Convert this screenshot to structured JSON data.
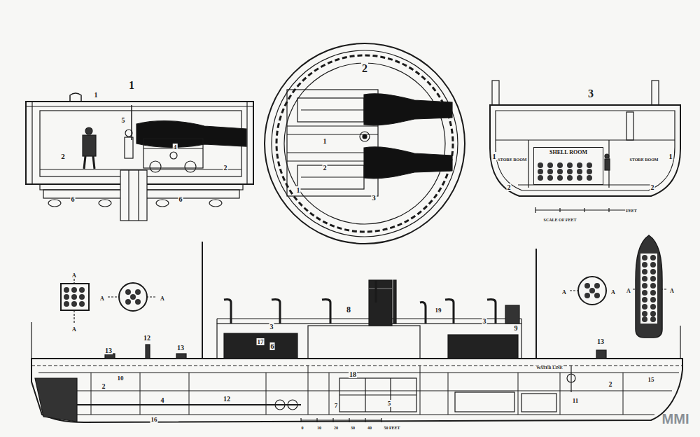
{
  "diagram": {
    "nodes": [
      {
        "text": [
          "SHELL ROOM"
        ]
      }
    ],
    "labels": [
      "1",
      "2",
      "3",
      "1",
      "5",
      "4",
      "2",
      "2",
      "6",
      "6",
      "1",
      "2",
      "1",
      "3",
      "1",
      "1",
      "2",
      "2",
      "STORE ROOM",
      "STORE ROOM",
      "FEET",
      "SCALE OF FEET",
      "A",
      "A",
      "A",
      "A",
      "A",
      "A",
      "A",
      "A",
      "13",
      "12",
      "13",
      "3",
      "17",
      "6",
      "8",
      "19",
      "3",
      "9",
      "13",
      "10",
      "2",
      "4",
      "12",
      "18",
      "7",
      "5",
      "16",
      "11",
      "2",
      "15",
      "WATER LINE",
      "0",
      "10",
      "20",
      "30",
      "40",
      "50 FEET",
      "MMI"
    ]
  }
}
